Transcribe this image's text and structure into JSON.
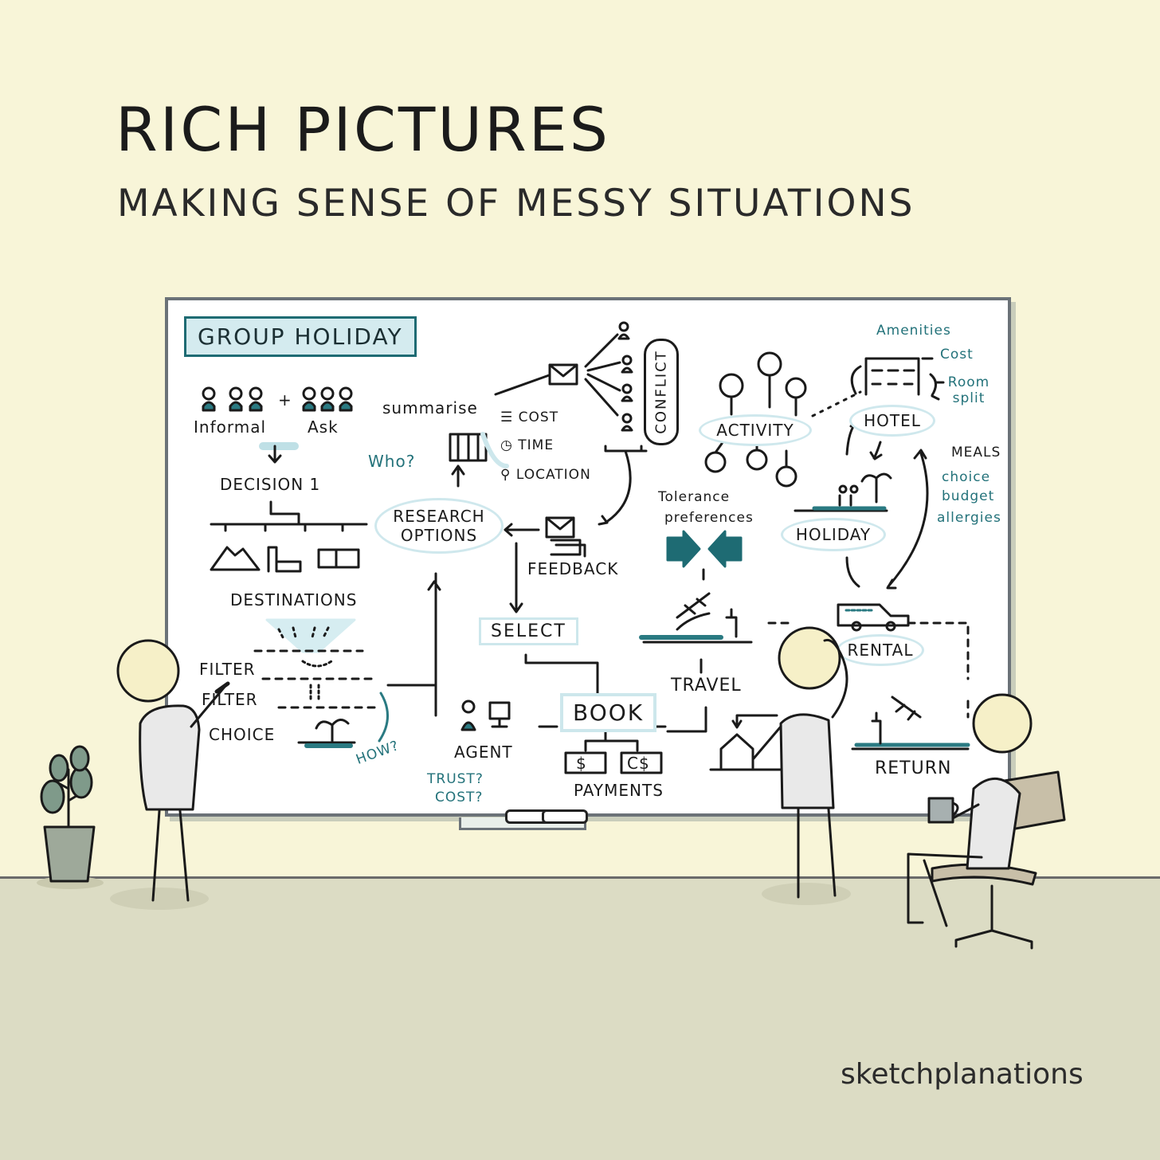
{
  "header": {
    "title": "RiCH PiCTURES",
    "subtitle": "MAKiNG SENSE OF MESSY SiTUATiONS"
  },
  "board": {
    "title": "GROUP HOLIDAY",
    "labels": {
      "informal": "Informal",
      "ask": "Ask",
      "plus": "+",
      "decision": "DECISION 1",
      "destinations": "DESTINATIONS",
      "filter1": "FILTER",
      "filter2": "FILTER",
      "choice": "CHOICE",
      "how": "HOW?",
      "who": "Who?",
      "research_options": "RESEARCH OPTIONS",
      "summarise": "summarise",
      "cost": "COST",
      "time": "TIME",
      "location": "LOCATION",
      "conflict": "CONFLICT",
      "feedback": "FEEDBACK",
      "select": "SELECT",
      "book": "BOOK",
      "agent": "AGENT",
      "trust": "TRUST?",
      "cost_q": "COST?",
      "payments": "PAYMENTS",
      "currency1": "$",
      "currency2": "C$",
      "tolerance": "Tolerance",
      "preferences": "preferences",
      "activity": "ACTIVITY",
      "hotel": "HOTEL",
      "amenities": "Amenities",
      "cost2": "Cost",
      "room_split": "Room split",
      "meals": "MEALS",
      "meal_choice": "choice",
      "meal_budget": "budget",
      "meal_allergies": "allergies",
      "holiday": "HOLIDAY",
      "rental": "RENTAL",
      "travel": "TRAVEL",
      "return": "RETURN"
    }
  },
  "signature": "sketchplanations",
  "colors": {
    "wall": "#f8f5d8",
    "floor": "#dcdcc4",
    "accent_teal": "#23727a",
    "light_teal": "#cde7ec"
  },
  "icons": [
    "person-icon",
    "envelope-icon",
    "calendar-icon",
    "location-pin-icon",
    "clock-icon",
    "mountain-icon",
    "city-icon",
    "book-icon",
    "palm-tree-icon",
    "airplane-icon",
    "house-icon",
    "car-icon",
    "computer-icon",
    "money-icon",
    "hotel-building-icon",
    "plant-icon",
    "mug-icon",
    "chair-icon"
  ]
}
